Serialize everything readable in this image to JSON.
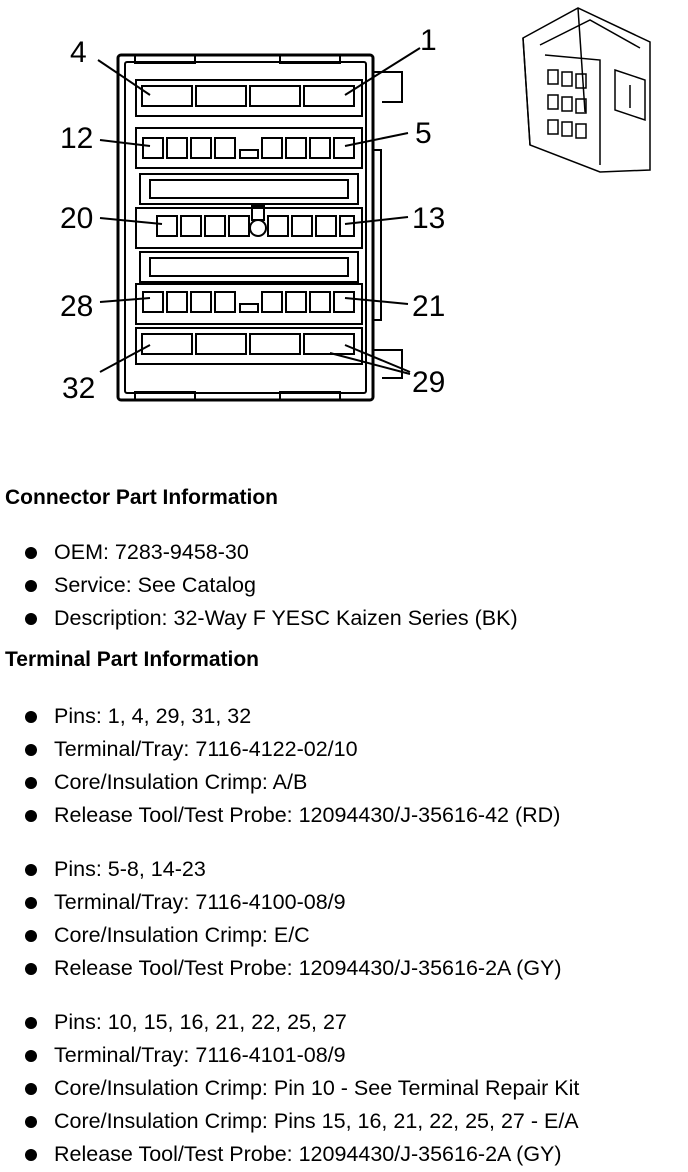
{
  "diagram": {
    "pin_callouts": [
      "4",
      "1",
      "12",
      "5",
      "20",
      "13",
      "28",
      "21",
      "32",
      "29"
    ]
  },
  "connector_part_info": {
    "title": "Connector Part Information",
    "items": [
      "OEM: 7283-9458-30",
      "Service: See Catalog",
      "Description: 32-Way F YESC Kaizen Series (BK)"
    ]
  },
  "terminal_part_info": {
    "title": "Terminal Part Information",
    "groups": [
      {
        "items": [
          "Pins: 1, 4, 29, 31, 32",
          "Terminal/Tray: 7116-4122-02/10",
          "Core/Insulation Crimp: A/B",
          "Release Tool/Test Probe: 12094430/J-35616-42 (RD)"
        ]
      },
      {
        "items": [
          "Pins: 5-8, 14-23",
          "Terminal/Tray: 7116-4100-08/9",
          "Core/Insulation Crimp: E/C",
          "Release Tool/Test Probe: 12094430/J-35616-2A (GY)"
        ]
      },
      {
        "items": [
          "Pins: 10, 15, 16, 21, 22, 25, 27",
          "Terminal/Tray: 7116-4101-08/9",
          "Core/Insulation Crimp: Pin 10 - See Terminal Repair Kit",
          "Core/Insulation Crimp: Pins 15, 16, 21, 22, 25, 27 - E/A",
          "Release Tool/Test Probe: 12094430/J-35616-2A (GY)"
        ]
      }
    ]
  }
}
